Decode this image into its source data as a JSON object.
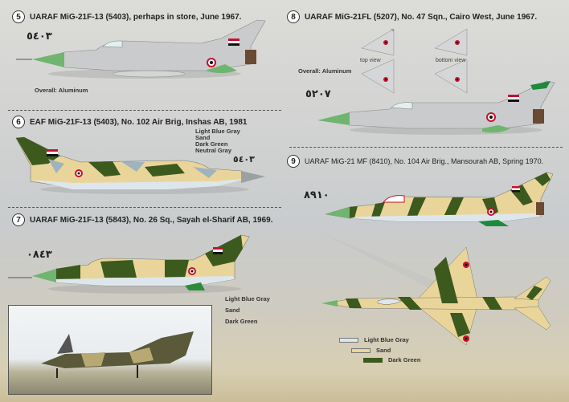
{
  "profiles": [
    {
      "number": "5",
      "title": "UARAF MiG-21F-13 (5403), perhaps in store, June 1967.",
      "serial": "٥٤٠٣",
      "note": "Overall: Aluminum"
    },
    {
      "number": "6",
      "title": "EAF MiG-21F-13 (5403), No. 102 Air Brig, Inshas AB, 1981",
      "serial": "٥٤٠٣",
      "colors": [
        "Light Blue Gray",
        "Sand",
        "Dark Green",
        "Neutral Gray"
      ]
    },
    {
      "number": "7",
      "title": "UARAF MiG-21F-13 (5843), No. 26 Sq., Sayah el-Sharif AB, 1969.",
      "serial": "٠٨٤٣",
      "colors": [
        "Light Blue Gray",
        "Sand",
        "Dark Green"
      ]
    },
    {
      "number": "8",
      "title": "UARAF MiG-21FL (5207), No. 47 Sqn., Cairo West, June 1967.",
      "serial": "٥٢٠٧",
      "note": "Overall: Aluminum",
      "top_view_label": "top view",
      "bottom_view_label": "bottom view"
    },
    {
      "number": "9",
      "title": "UARAF MiG-21 MF (8410), No. 104 Air Brig., Mansourah AB, Spring 1970.",
      "serial": "٨٩١٠",
      "colors": [
        "Light Blue Gray",
        "Sand",
        "Dark Green"
      ]
    }
  ],
  "palette": {
    "aluminum": "#c9cbcc",
    "light_blue_gray": "#dde6ec",
    "sand": "#e9d59a",
    "dark_green": "#3d5a1e",
    "neutral_gray": "#9aa0a3",
    "nose_green": "#6fb56f",
    "roundel_red": "#c8102e"
  }
}
